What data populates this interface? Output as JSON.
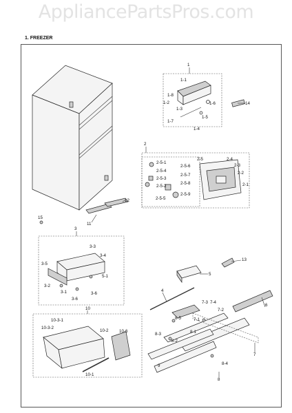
{
  "watermark": "AppliancePartsPros.com",
  "section_title": "1. FREEZER",
  "callouts": {
    "c1": "1",
    "c1_1": "1-1",
    "c1_8": "1-8",
    "c1_2": "1-2",
    "c1_3": "1-3",
    "c1_6": "1-6",
    "c1_5": "1-5",
    "c1_7": "1-7",
    "c1_4": "1-4",
    "c14": "14",
    "c2": "2",
    "c2_5": "2-5",
    "c2_5_1": "2-5-1",
    "c2_5_4": "2-5-4",
    "c2_5_3": "2-5-3",
    "c2_5_2": "2-5-2",
    "c2_5_6": "2-5-6",
    "c2_5_7": "2-5-7",
    "c2_5_8": "2-5-8",
    "c2_5_9": "2-5-9",
    "c2_5_5": "2-5-5",
    "c2_4": "2-4",
    "c2_3": "2-3",
    "c2_2": "2-2",
    "c2_1": "2-1",
    "c12": "12",
    "c11": "11",
    "c15": "15",
    "c3": "3",
    "c3_3": "3-3",
    "c3_4": "3-4",
    "c3_5": "3-5",
    "c3_2": "3-2",
    "c3_1": "3-1",
    "c3_6a": "3-6",
    "c3_6b": "3-6",
    "c5_1": "5-1",
    "c13": "13",
    "c5": "5",
    "c4": "4",
    "c6": "6",
    "c7_3": "7-3",
    "c7_4": "7-4",
    "c7_2": "7-2",
    "c7_1": "7-1",
    "c7": "7",
    "c8_5": "8-5",
    "c8_1": "8-1",
    "c8_3": "8-3",
    "c8_2": "8-2",
    "c8_4": "8-4",
    "c9": "9",
    "c8": "8",
    "c10": "10",
    "c10_3_1": "10-3-1",
    "c10_3_2": "10-3-2",
    "c10_2": "10-2",
    "c10_6": "10-6",
    "c10_1": "10-1"
  }
}
